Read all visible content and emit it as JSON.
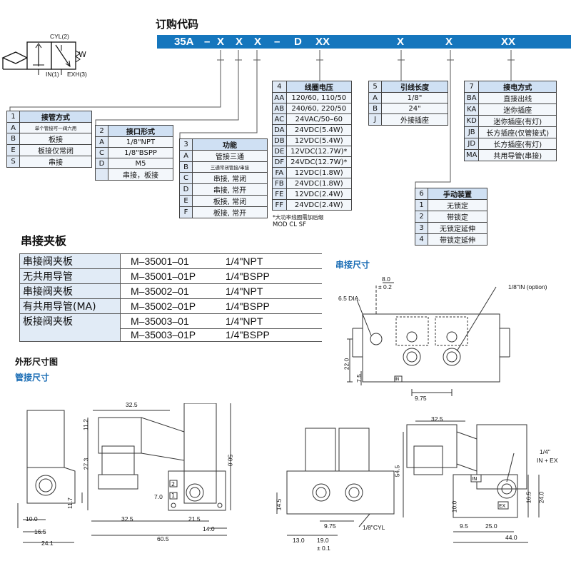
{
  "order": {
    "title": "订购代码",
    "code": [
      "35A",
      "–",
      "X",
      "X",
      "X",
      "–",
      "D",
      "XX",
      "X",
      "X",
      "XX"
    ]
  },
  "symbol": {
    "cyl": "CYL(2)",
    "in": "IN(1)",
    "exh": "EXH(3)",
    "w": "W"
  },
  "t1": {
    "num": "1",
    "header": "接管方式",
    "rows": [
      {
        "k": "A",
        "v": "单个管接可一阀六用"
      },
      {
        "k": "B",
        "v": "板接"
      },
      {
        "k": "E",
        "v": "板接仅常闭"
      },
      {
        "k": "S",
        "v": "串接"
      }
    ]
  },
  "t2": {
    "num": "2",
    "header": "接口形式",
    "rows": [
      {
        "k": "A",
        "v": "1/8\"NPT"
      },
      {
        "k": "C",
        "v": "1/8\"BSPP"
      },
      {
        "k": "D",
        "v": "M5"
      },
      {
        "k": "",
        "v": "串接，板接"
      }
    ]
  },
  "t3": {
    "num": "3",
    "header": "功能",
    "rows": [
      {
        "k": "A",
        "v": "管接三通"
      },
      {
        "k": "B",
        "v": "三通常闭管接/串接"
      },
      {
        "k": "C",
        "v": "串接, 常闭"
      },
      {
        "k": "D",
        "v": "串接, 常开"
      },
      {
        "k": "E",
        "v": "板接, 常闭"
      },
      {
        "k": "F",
        "v": "板接, 常开"
      }
    ]
  },
  "t4": {
    "num": "4",
    "header": "线圈电压",
    "rows": [
      {
        "k": "AA",
        "v": "120/60, 110/50"
      },
      {
        "k": "AB",
        "v": "240/60, 220/50"
      },
      {
        "k": "AC",
        "v": "24VAC/50–60"
      },
      {
        "k": "DA",
        "v": "24VDC(5.4W)"
      },
      {
        "k": "DB",
        "v": "12VDC(5.4W)"
      },
      {
        "k": "DE",
        "v": "12VDC(12.7W)*"
      },
      {
        "k": "DF",
        "v": "24VDC(12.7W)*"
      },
      {
        "k": "FA",
        "v": "12VDC(1.8W)"
      },
      {
        "k": "FB",
        "v": "24VDC(1.8W)"
      },
      {
        "k": "FE",
        "v": "12VDC(2.4W)"
      },
      {
        "k": "FF",
        "v": "24VDC(2.4W)"
      }
    ],
    "note1": "*大功率线圈需加后缀",
    "note2": "MOD CL SF"
  },
  "t5": {
    "num": "5",
    "header": "引线长度",
    "rows": [
      {
        "k": "A",
        "v": "1/8\""
      },
      {
        "k": "B",
        "v": "24\""
      },
      {
        "k": "J",
        "v": "外接插座"
      }
    ]
  },
  "t6": {
    "num": "6",
    "header": "手动装置",
    "rows": [
      {
        "k": "1",
        "v": "无锁定"
      },
      {
        "k": "2",
        "v": "带锁定"
      },
      {
        "k": "3",
        "v": "无锁定延伸"
      },
      {
        "k": "4",
        "v": "带锁定延伸"
      }
    ]
  },
  "t7": {
    "num": "7",
    "header": "接电方式",
    "rows": [
      {
        "k": "BA",
        "v": "直接出线"
      },
      {
        "k": "KA",
        "v": "迷你插座"
      },
      {
        "k": "KD",
        "v": "迷你插座(有灯)"
      },
      {
        "k": "JB",
        "v": "长方插座(仅管接式)"
      },
      {
        "k": "JD",
        "v": "长方插座(有灯)"
      },
      {
        "k": "MA",
        "v": "共用导管(串接)"
      }
    ]
  },
  "plates": {
    "title": "串接夹板",
    "rows": [
      {
        "name": "串接阀夹板",
        "part": "M–35001–01",
        "port": "1/4\"NPT"
      },
      {
        "name": "无共用导管",
        "part": "M–35001–01P",
        "port": "1/4\"BSPP"
      },
      {
        "name": "串接阀夹板",
        "part": "M–35002–01",
        "port": "1/4\"NPT"
      },
      {
        "name": "有共用导管(MA)",
        "part": "M–35002–01P",
        "port": "1/4\"BSPP"
      },
      {
        "name": "板接阀夹板",
        "part": "M–35003–01",
        "port": "1/4\"NPT"
      },
      {
        "name": "",
        "part": "M–35003–01P",
        "port": "1/4\"BSPP"
      }
    ]
  },
  "series_dims": {
    "title": "串接尺寸",
    "labels": [
      "8.0",
      "± 0.2",
      "1/8\"IN (option)",
      "6.5 DIA.",
      "22.0",
      "7.5",
      "9.75",
      "IN"
    ]
  },
  "outline": {
    "title": "外形尺寸图",
    "sub": "管接尺寸"
  },
  "left_dims": [
    "11.7",
    "10.0",
    "16.5",
    "24.1"
  ],
  "mid_dims": [
    "32.5",
    "11.2",
    "27.3",
    "50.0",
    "7.0",
    "32.5",
    "21.5",
    "14.0",
    "60.5",
    "2",
    "1"
  ],
  "bottom_dims": [
    "14.5",
    "9.75",
    "1/8\"CYL",
    "13.0",
    "19.0",
    "± 0.1"
  ],
  "right_dims": [
    "32.5",
    "54.5",
    "1/4\"",
    "IN + EX",
    "16.5",
    "24.0",
    "10.0",
    "9.5",
    "25.0",
    "44.0",
    "IN",
    "EX"
  ]
}
